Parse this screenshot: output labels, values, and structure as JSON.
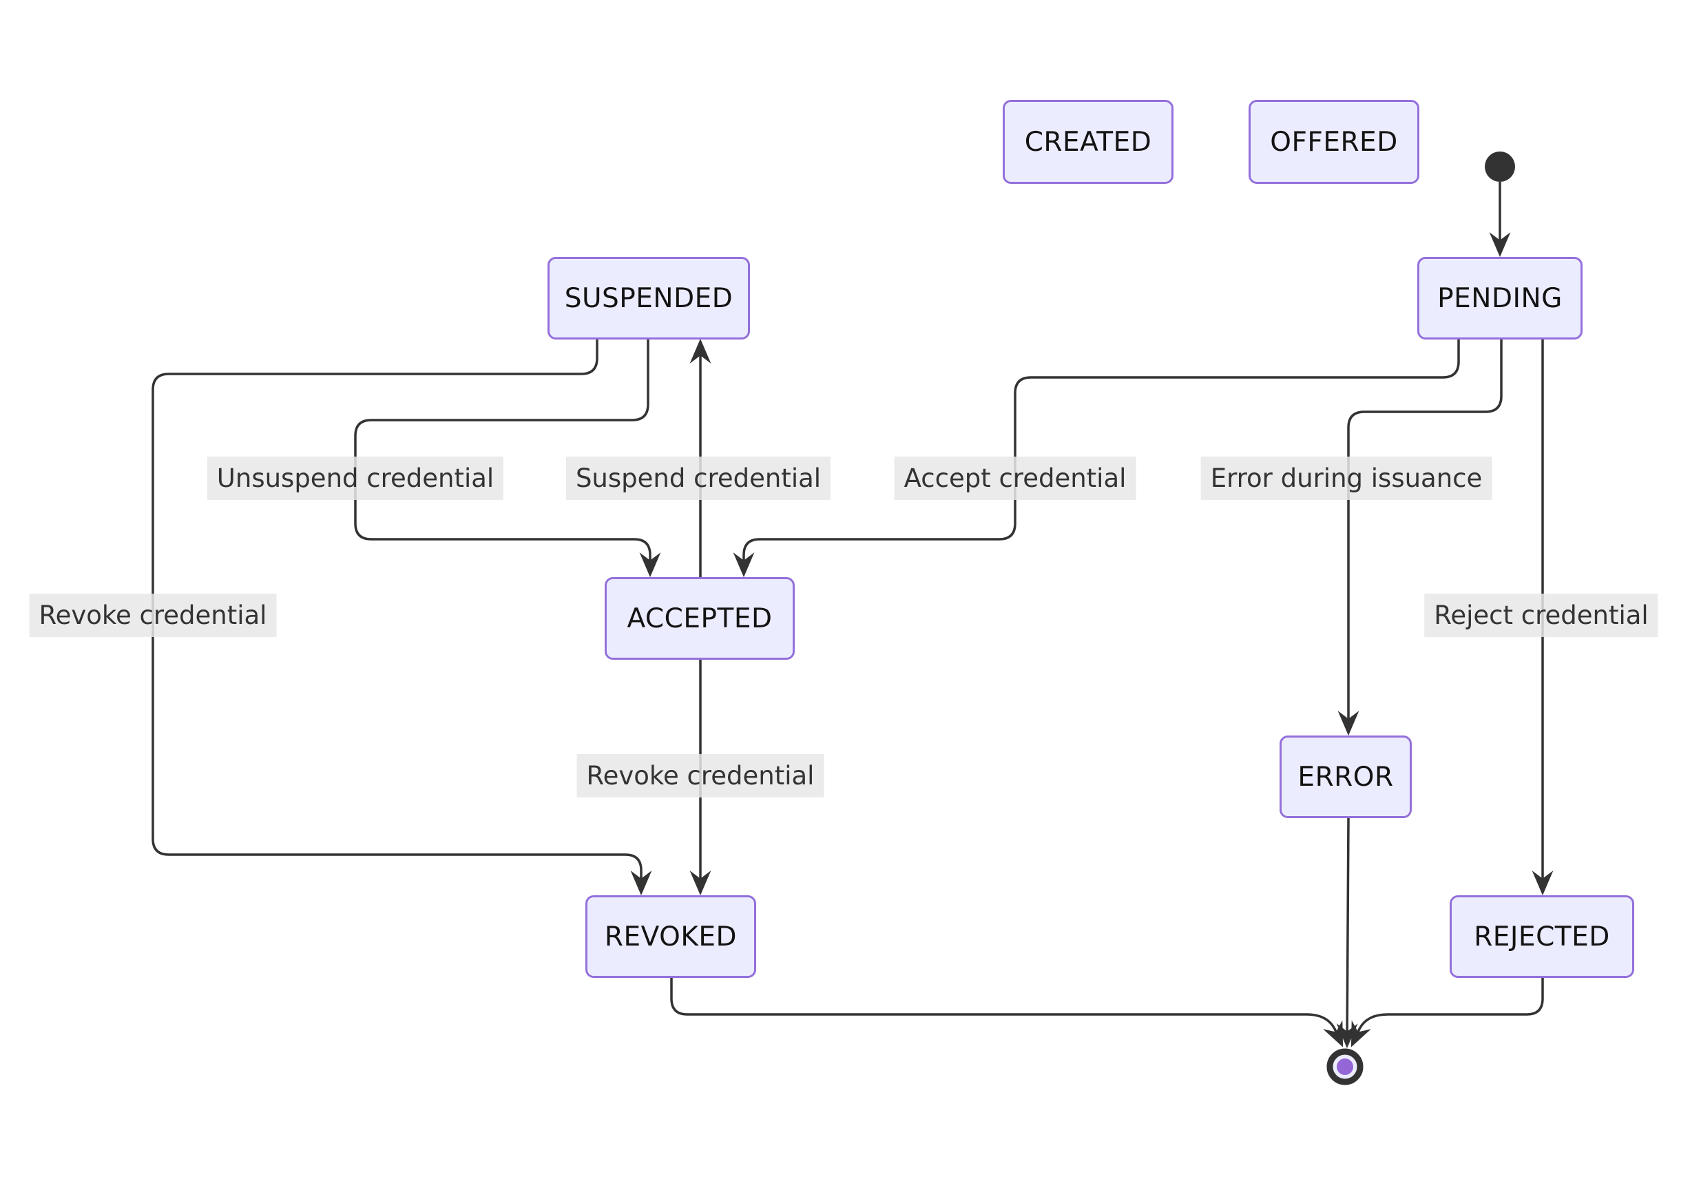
{
  "diagram": {
    "type": "state-diagram",
    "nodes": {
      "created": {
        "label": "CREATED"
      },
      "offered": {
        "label": "OFFERED"
      },
      "pending": {
        "label": "PENDING"
      },
      "suspended": {
        "label": "SUSPENDED"
      },
      "accepted": {
        "label": "ACCEPTED"
      },
      "error": {
        "label": "ERROR"
      },
      "revoked": {
        "label": "REVOKED"
      },
      "rejected": {
        "label": "REJECTED"
      }
    },
    "transitions": [
      {
        "from": "start",
        "to": "PENDING",
        "label": ""
      },
      {
        "from": "PENDING",
        "to": "ACCEPTED",
        "label": "Accept credential"
      },
      {
        "from": "PENDING",
        "to": "ERROR",
        "label": "Error during issuance"
      },
      {
        "from": "PENDING",
        "to": "REJECTED",
        "label": "Reject credential"
      },
      {
        "from": "SUSPENDED",
        "to": "ACCEPTED",
        "label": "Unsuspend credential"
      },
      {
        "from": "ACCEPTED",
        "to": "SUSPENDED",
        "label": "Suspend credential"
      },
      {
        "from": "SUSPENDED",
        "to": "REVOKED",
        "label": "Revoke credential"
      },
      {
        "from": "ACCEPTED",
        "to": "REVOKED",
        "label": "Revoke credential"
      },
      {
        "from": "REVOKED",
        "to": "end",
        "label": ""
      },
      {
        "from": "ERROR",
        "to": "end",
        "label": ""
      },
      {
        "from": "REJECTED",
        "to": "end",
        "label": ""
      }
    ],
    "colors": {
      "node_fill": "#ECECFF",
      "node_border": "#9370DB",
      "node_text": "#131313",
      "edge_line": "#333333",
      "edge_label_bg": "#e8e8e8",
      "edge_label_text": "#333333",
      "initial_dot": "#333333",
      "final_ring": "#333333",
      "final_ring_fill": "#ECECFF",
      "final_dot": "#9467D8"
    }
  }
}
